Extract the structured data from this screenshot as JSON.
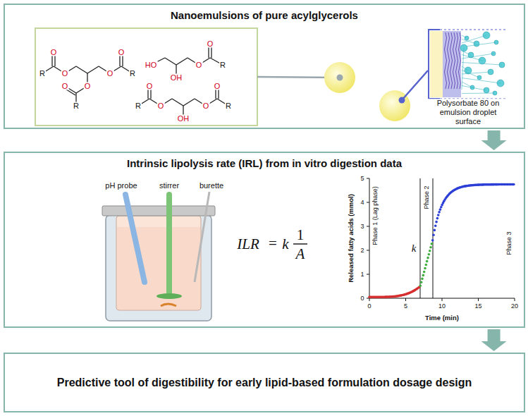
{
  "diagram": {
    "nodes": [
      {
        "text": [
          "Nanoemulsions of pure acylglycerols"
        ]
      },
      {
        "text": [
          "Intrinsic lipolysis rate (IRL) from in vitro digestion data"
        ]
      },
      {
        "text": [
          "Predictive tool of digestibility for early lipid-based formulation dosage design"
        ]
      }
    ],
    "edges": [
      {
        "from": 0,
        "to": 1,
        "arrow": "to"
      },
      {
        "from": 1,
        "to": 2,
        "arrow": "to"
      }
    ],
    "labels": [
      "O",
      "R",
      "O",
      "O",
      "O",
      "R",
      "O",
      "O",
      "R",
      "HO",
      "OH",
      "O",
      "O",
      "R",
      "O",
      "R",
      "O",
      "OH",
      "O",
      "O",
      "R",
      "Polysorbate 80 on emulsion droplet surface",
      "pH probe",
      "stirrer",
      "burette",
      "ILR",
      "=",
      "k",
      "1",
      "A",
      "0",
      "1",
      "2",
      "3",
      "4",
      "5",
      "0",
      "5",
      "10",
      "15",
      "20",
      "Released fatty acids (mmol)",
      "Time (min)",
      "Phase 1 (Lag phase)",
      "Phase 2",
      "Phase 3",
      "k"
    ]
  }
}
